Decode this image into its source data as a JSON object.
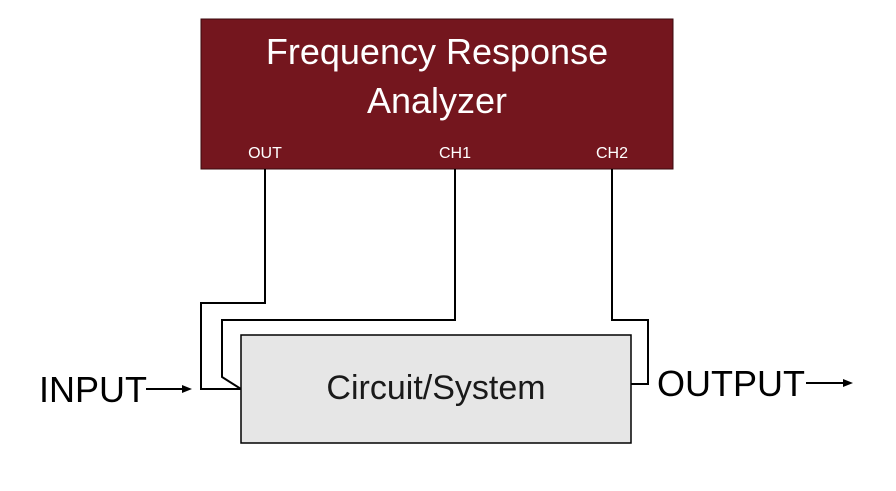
{
  "analyzer": {
    "title_line1": "Frequency Response",
    "title_line2": "Analyzer",
    "ports": {
      "out": "OUT",
      "ch1": "CH1",
      "ch2": "CH2"
    },
    "fill_color": "#74161e"
  },
  "system": {
    "label": "Circuit/System",
    "fill_color": "#e6e6e6"
  },
  "input": {
    "label": "INPUT"
  },
  "output": {
    "label": "OUTPUT"
  }
}
